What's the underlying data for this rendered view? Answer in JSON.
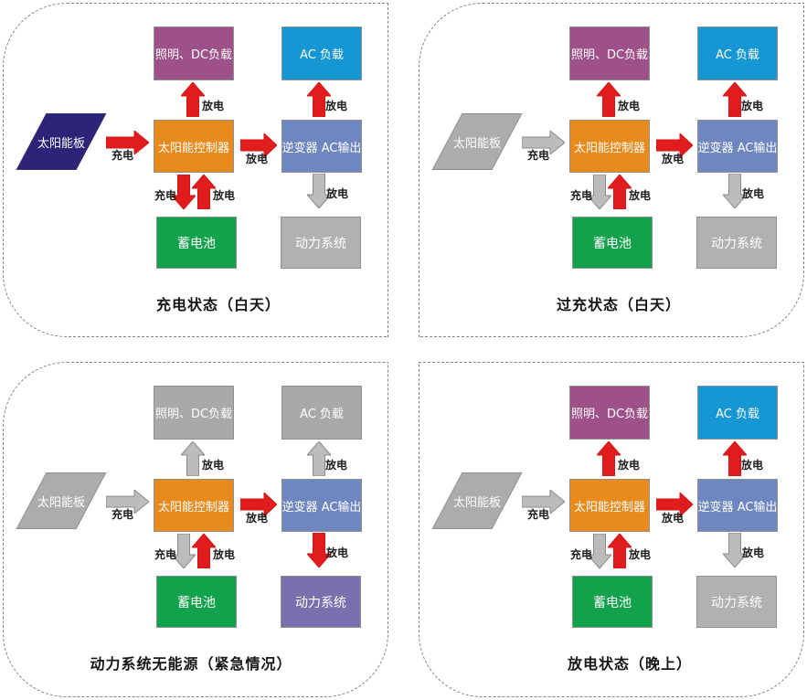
{
  "palette": {
    "red_arrow": "#e01c1c",
    "gray_arrow": "#bcbcbc",
    "dashed_border": "#828282",
    "box_text": "#ffffff",
    "label_text": "#1d1d1d"
  },
  "quadrants": [
    {
      "caption": "充电状态（白天）",
      "panel": {
        "label": "太阳能板",
        "color": "#2b2478"
      },
      "boxes": {
        "lighting": {
          "label": "照明、DC负载",
          "color": "#9e5089"
        },
        "ac_load": {
          "label": "AC 负载",
          "color": "#1697d4"
        },
        "controller": {
          "label": "太阳能控制器",
          "color": "#e98a1d"
        },
        "inverter": {
          "label": "逆变器 AC输出",
          "color": "#6e87c1"
        },
        "battery": {
          "label": "蓄电池",
          "color": "#12a24b"
        },
        "power": {
          "label": "动力系统",
          "color": "#b1b1b1"
        }
      },
      "arrows": {
        "panel_to_controller": {
          "label": "充电",
          "tone": "red"
        },
        "controller_to_lighting": {
          "label": "放电",
          "tone": "red"
        },
        "controller_to_inverter": {
          "label": "放电",
          "tone": "red"
        },
        "inverter_to_ac_load": {
          "label": "放电",
          "tone": "red"
        },
        "controller_to_battery": {
          "label": "充电",
          "tone": "red"
        },
        "battery_to_controller": {
          "label": "放电",
          "tone": "red"
        },
        "inverter_to_power": {
          "label": "放电",
          "tone": "gray"
        }
      }
    },
    {
      "caption": "过充状态（白天）",
      "panel": {
        "label": "太阳能板",
        "color": "#acacac"
      },
      "boxes": {
        "lighting": {
          "label": "照明、DC负载",
          "color": "#9e5089"
        },
        "ac_load": {
          "label": "AC 负载",
          "color": "#1697d4"
        },
        "controller": {
          "label": "太阳能控制器",
          "color": "#e98a1d"
        },
        "inverter": {
          "label": "逆变器 AC输出",
          "color": "#6e87c1"
        },
        "battery": {
          "label": "蓄电池",
          "color": "#12a24b"
        },
        "power": {
          "label": "动力系统",
          "color": "#b1b1b1"
        }
      },
      "arrows": {
        "panel_to_controller": {
          "label": "充电",
          "tone": "gray"
        },
        "controller_to_lighting": {
          "label": "放电",
          "tone": "red"
        },
        "controller_to_inverter": {
          "label": "放电",
          "tone": "red"
        },
        "inverter_to_ac_load": {
          "label": "放电",
          "tone": "red"
        },
        "controller_to_battery": {
          "label": "充电",
          "tone": "gray"
        },
        "battery_to_controller": {
          "label": "放电",
          "tone": "red"
        },
        "inverter_to_power": {
          "label": "放电",
          "tone": "gray"
        }
      }
    },
    {
      "caption": "动力系统无能源（紧急情况）",
      "panel": {
        "label": "太阳能板",
        "color": "#acacac"
      },
      "boxes": {
        "lighting": {
          "label": "照明、DC负载",
          "color": "#a9a9a9"
        },
        "ac_load": {
          "label": "AC 负载",
          "color": "#a9a9a9"
        },
        "controller": {
          "label": "太阳能控制器",
          "color": "#e98a1d"
        },
        "inverter": {
          "label": "逆变器 AC输出",
          "color": "#6e87c1"
        },
        "battery": {
          "label": "蓄电池",
          "color": "#12a24b"
        },
        "power": {
          "label": "动力系统",
          "color": "#7b70ae"
        }
      },
      "arrows": {
        "panel_to_controller": {
          "label": "充电",
          "tone": "gray"
        },
        "controller_to_lighting": {
          "label": "放电",
          "tone": "gray"
        },
        "controller_to_inverter": {
          "label": "放电",
          "tone": "red"
        },
        "inverter_to_ac_load": {
          "label": "放电",
          "tone": "gray"
        },
        "controller_to_battery": {
          "label": "充电",
          "tone": "gray"
        },
        "battery_to_controller": {
          "label": "放电",
          "tone": "red"
        },
        "inverter_to_power": {
          "label": "放电",
          "tone": "red"
        }
      }
    },
    {
      "caption": "放电状态（晚上）",
      "panel": {
        "label": "太阳能板",
        "color": "#acacac"
      },
      "boxes": {
        "lighting": {
          "label": "照明、DC负载",
          "color": "#9e5089"
        },
        "ac_load": {
          "label": "AC 负载",
          "color": "#1697d4"
        },
        "controller": {
          "label": "太阳能控制器",
          "color": "#e98a1d"
        },
        "inverter": {
          "label": "逆变器 AC输出",
          "color": "#6e87c1"
        },
        "battery": {
          "label": "蓄电池",
          "color": "#12a24b"
        },
        "power": {
          "label": "动力系统",
          "color": "#b1b1b1"
        }
      },
      "arrows": {
        "panel_to_controller": {
          "label": "充电",
          "tone": "gray"
        },
        "controller_to_lighting": {
          "label": "放电",
          "tone": "red"
        },
        "controller_to_inverter": {
          "label": "放电",
          "tone": "red"
        },
        "inverter_to_ac_load": {
          "label": "放电",
          "tone": "red"
        },
        "controller_to_battery": {
          "label": "充电",
          "tone": "gray"
        },
        "battery_to_controller": {
          "label": "放电",
          "tone": "red"
        },
        "inverter_to_power": {
          "label": "放电",
          "tone": "gray"
        }
      }
    }
  ]
}
